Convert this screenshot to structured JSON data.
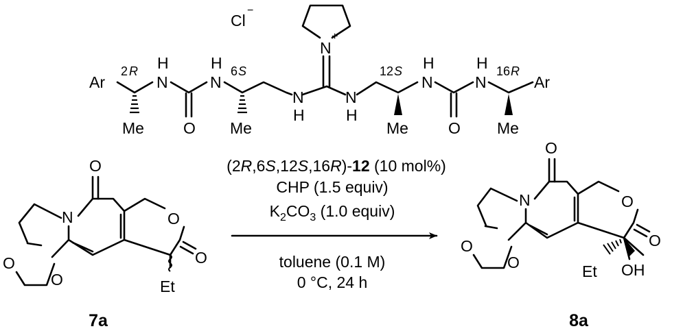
{
  "catalyst": {
    "counterion": "Cl",
    "counterion_charge": "−",
    "pyrrolidinium_N": "N",
    "pyrrolidinium_charge": "+",
    "atoms": {
      "ar_left": "Ar",
      "loc_2R_num": "2",
      "loc_2R_cfg": "R",
      "nh1_H": "H",
      "nh1_N": "N",
      "o1": "O",
      "me1": "Me",
      "nh2_H": "H",
      "nh2_N": "N",
      "loc_6S_num": "6",
      "loc_6S_cfg": "S",
      "me2": "Me",
      "nh3_N": "N",
      "nh3_H": "H",
      "nh4_N": "N",
      "nh4_H": "H",
      "loc_12S_num": "12",
      "loc_12S_cfg": "S",
      "me3": "Me",
      "nh5_H": "H",
      "nh5_N": "N",
      "o2": "O",
      "nh6_H": "H",
      "nh6_N": "N",
      "loc_16R_num": "16",
      "loc_16R_cfg": "R",
      "ar_right": "Ar",
      "me4": "Me"
    }
  },
  "conditions": {
    "line1": {
      "open": "(2",
      "r1": "R",
      "a": ",6",
      "s1": "S",
      "b": ",12",
      "s2": "S",
      "c": ",16",
      "r2": "R",
      "d": ")-",
      "compound": "12",
      "e": " (10 mol%)"
    },
    "line2": "CHP (1.5 equiv)",
    "line3": {
      "k": "K",
      "k_sub": "2",
      "co": "CO",
      "co_sub": "3",
      "rest": " (1.0 equiv)"
    },
    "line4": "toluene (0.1 M)",
    "line5": "0 °C, 24 h"
  },
  "reactant": {
    "id": "7a",
    "atoms": {
      "o_carbonyl": "O",
      "n_ring": "N",
      "o_lactone": "O",
      "o_ester": "O",
      "o_ketal1": "O",
      "o_ketal2": "O",
      "et": "Et"
    }
  },
  "product": {
    "id": "8a",
    "atoms": {
      "o_carbonyl": "O",
      "n_ring": "N",
      "o_lactone": "O",
      "o_ester": "O",
      "o_ketal1": "O",
      "o_ketal2": "O",
      "et": "Et",
      "oh": "OH"
    }
  }
}
